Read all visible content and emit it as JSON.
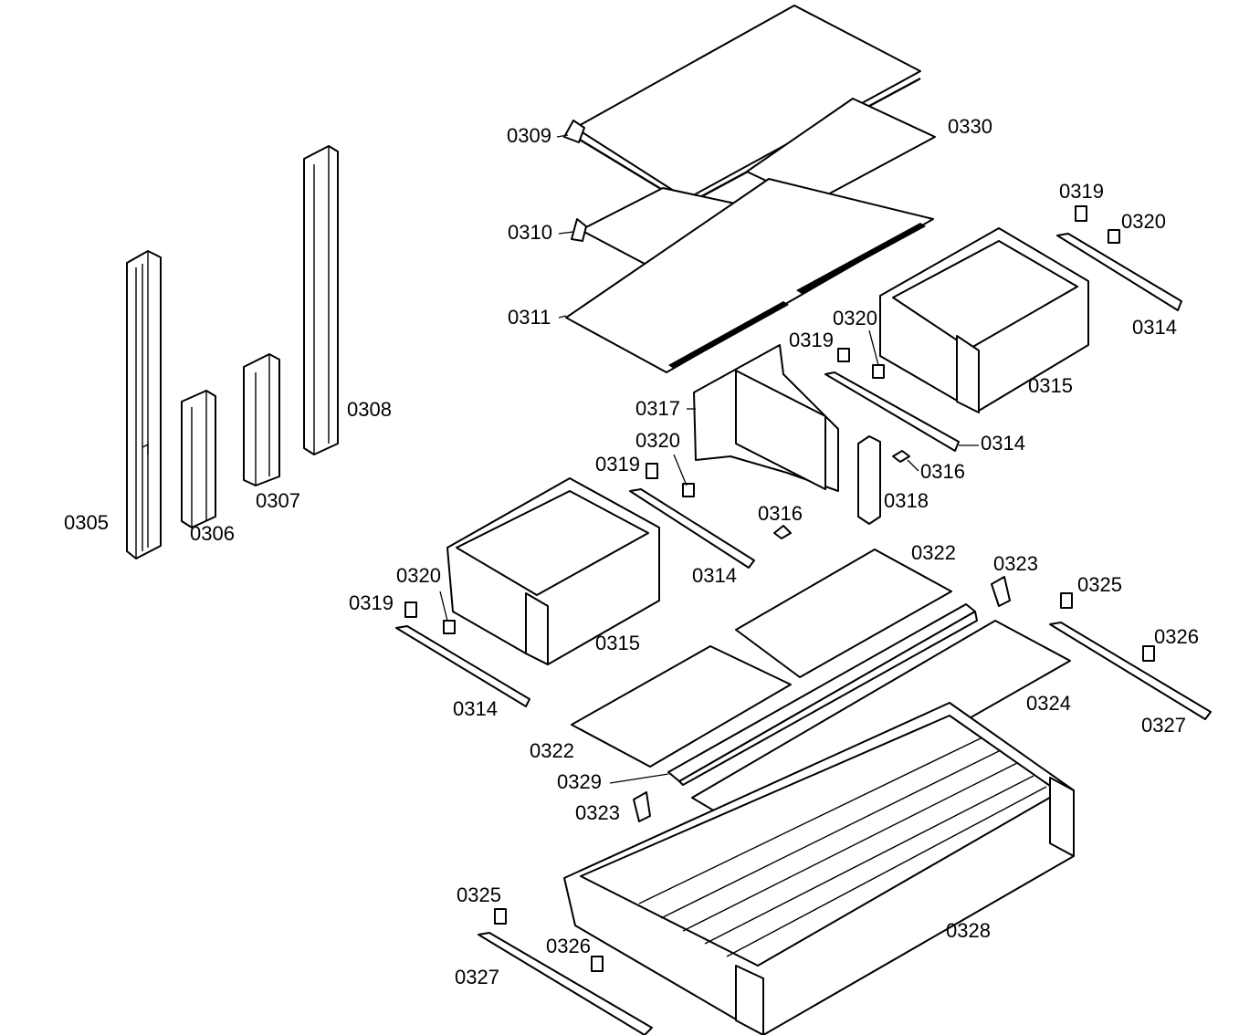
{
  "labels": {
    "l0305": "0305",
    "l0306": "0306",
    "l0307": "0307",
    "l0308": "0308",
    "l0309": "0309",
    "l0310": "0310",
    "l0311": "0311",
    "l0330": "0330",
    "l0317": "0317",
    "l0319_tr": "0319",
    "l0320_tr": "0320",
    "l0314_tr": "0314",
    "l0315_r": "0315",
    "l0320_mid": "0320",
    "l0319_mid": "0319",
    "l0314_mid": "0314",
    "l0316_r": "0316",
    "l0318": "0318",
    "l0316_c": "0316",
    "l0320_c": "0320",
    "l0319_c": "0319",
    "l0314_c": "0314",
    "l0320_l": "0320",
    "l0319_l": "0319",
    "l0315_l": "0315",
    "l0314_l": "0314",
    "l0322_r": "0322",
    "l0323_r": "0323",
    "l0325_r": "0325",
    "l0326_r": "0326",
    "l0327_r": "0327",
    "l0324": "0324",
    "l0322_l": "0322",
    "l0329": "0329",
    "l0323_l": "0323",
    "l0325_l": "0325",
    "l0326_l": "0326",
    "l0327_l": "0327",
    "l0328": "0328"
  }
}
